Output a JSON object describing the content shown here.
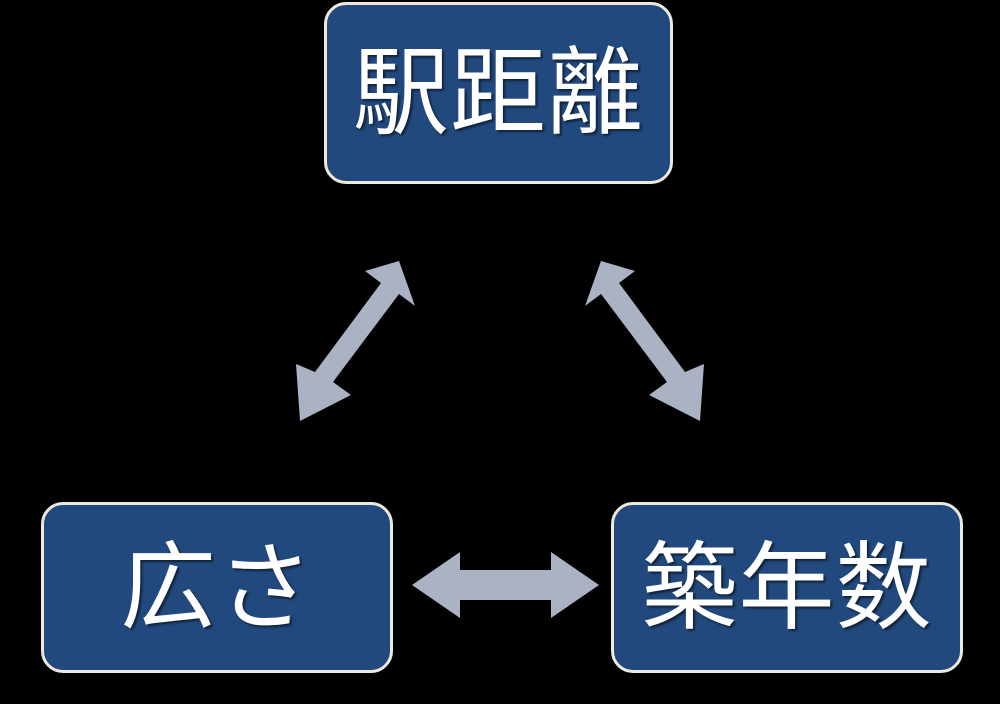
{
  "diagram": {
    "type": "triangular-relationship",
    "title": "",
    "background_color": "#000000",
    "node_fill_color": "#21497D",
    "node_border_color": "#EDE9DD",
    "node_text_color": "#FFFFFF",
    "arrow_color": "#AAB2C4",
    "nodes": [
      {
        "id": "station-distance",
        "label": "駅距離",
        "position": "top"
      },
      {
        "id": "size",
        "label": "広さ",
        "position": "bottom-left"
      },
      {
        "id": "building-age",
        "label": "築年数",
        "position": "bottom-right"
      }
    ],
    "connections": [
      {
        "from": "size",
        "to": "station-distance",
        "style": "double-headed-arrow",
        "orientation": "diagonal-up-right"
      },
      {
        "from": "station-distance",
        "to": "building-age",
        "style": "double-headed-arrow",
        "orientation": "diagonal-down-right"
      },
      {
        "from": "size",
        "to": "building-age",
        "style": "double-headed-arrow",
        "orientation": "horizontal"
      }
    ]
  }
}
